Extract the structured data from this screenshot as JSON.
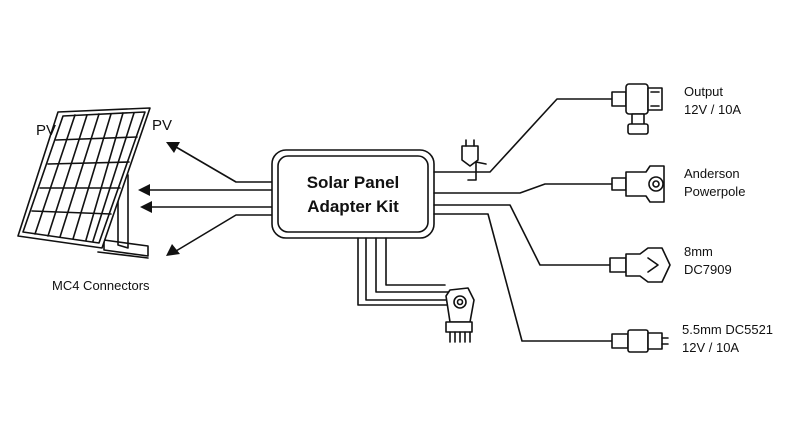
{
  "diagram": {
    "hub": {
      "line1": "Solar Panel",
      "line2": "Adapter Kit"
    },
    "panel_labels": {
      "left": "PV",
      "right": "PV",
      "bottom": "MC4 Connectors"
    },
    "connectors": [
      {
        "id": "output",
        "line1": "Output",
        "line2": "12V / 10A"
      },
      {
        "id": "anderson",
        "line1": "Anderson",
        "line2": "Powerpole"
      },
      {
        "id": "dc7909",
        "line1": "8mm",
        "line2": "DC7909"
      },
      {
        "id": "dc5521",
        "line1": "5.5mm DC5521",
        "line2": "12V / 10A"
      }
    ]
  }
}
